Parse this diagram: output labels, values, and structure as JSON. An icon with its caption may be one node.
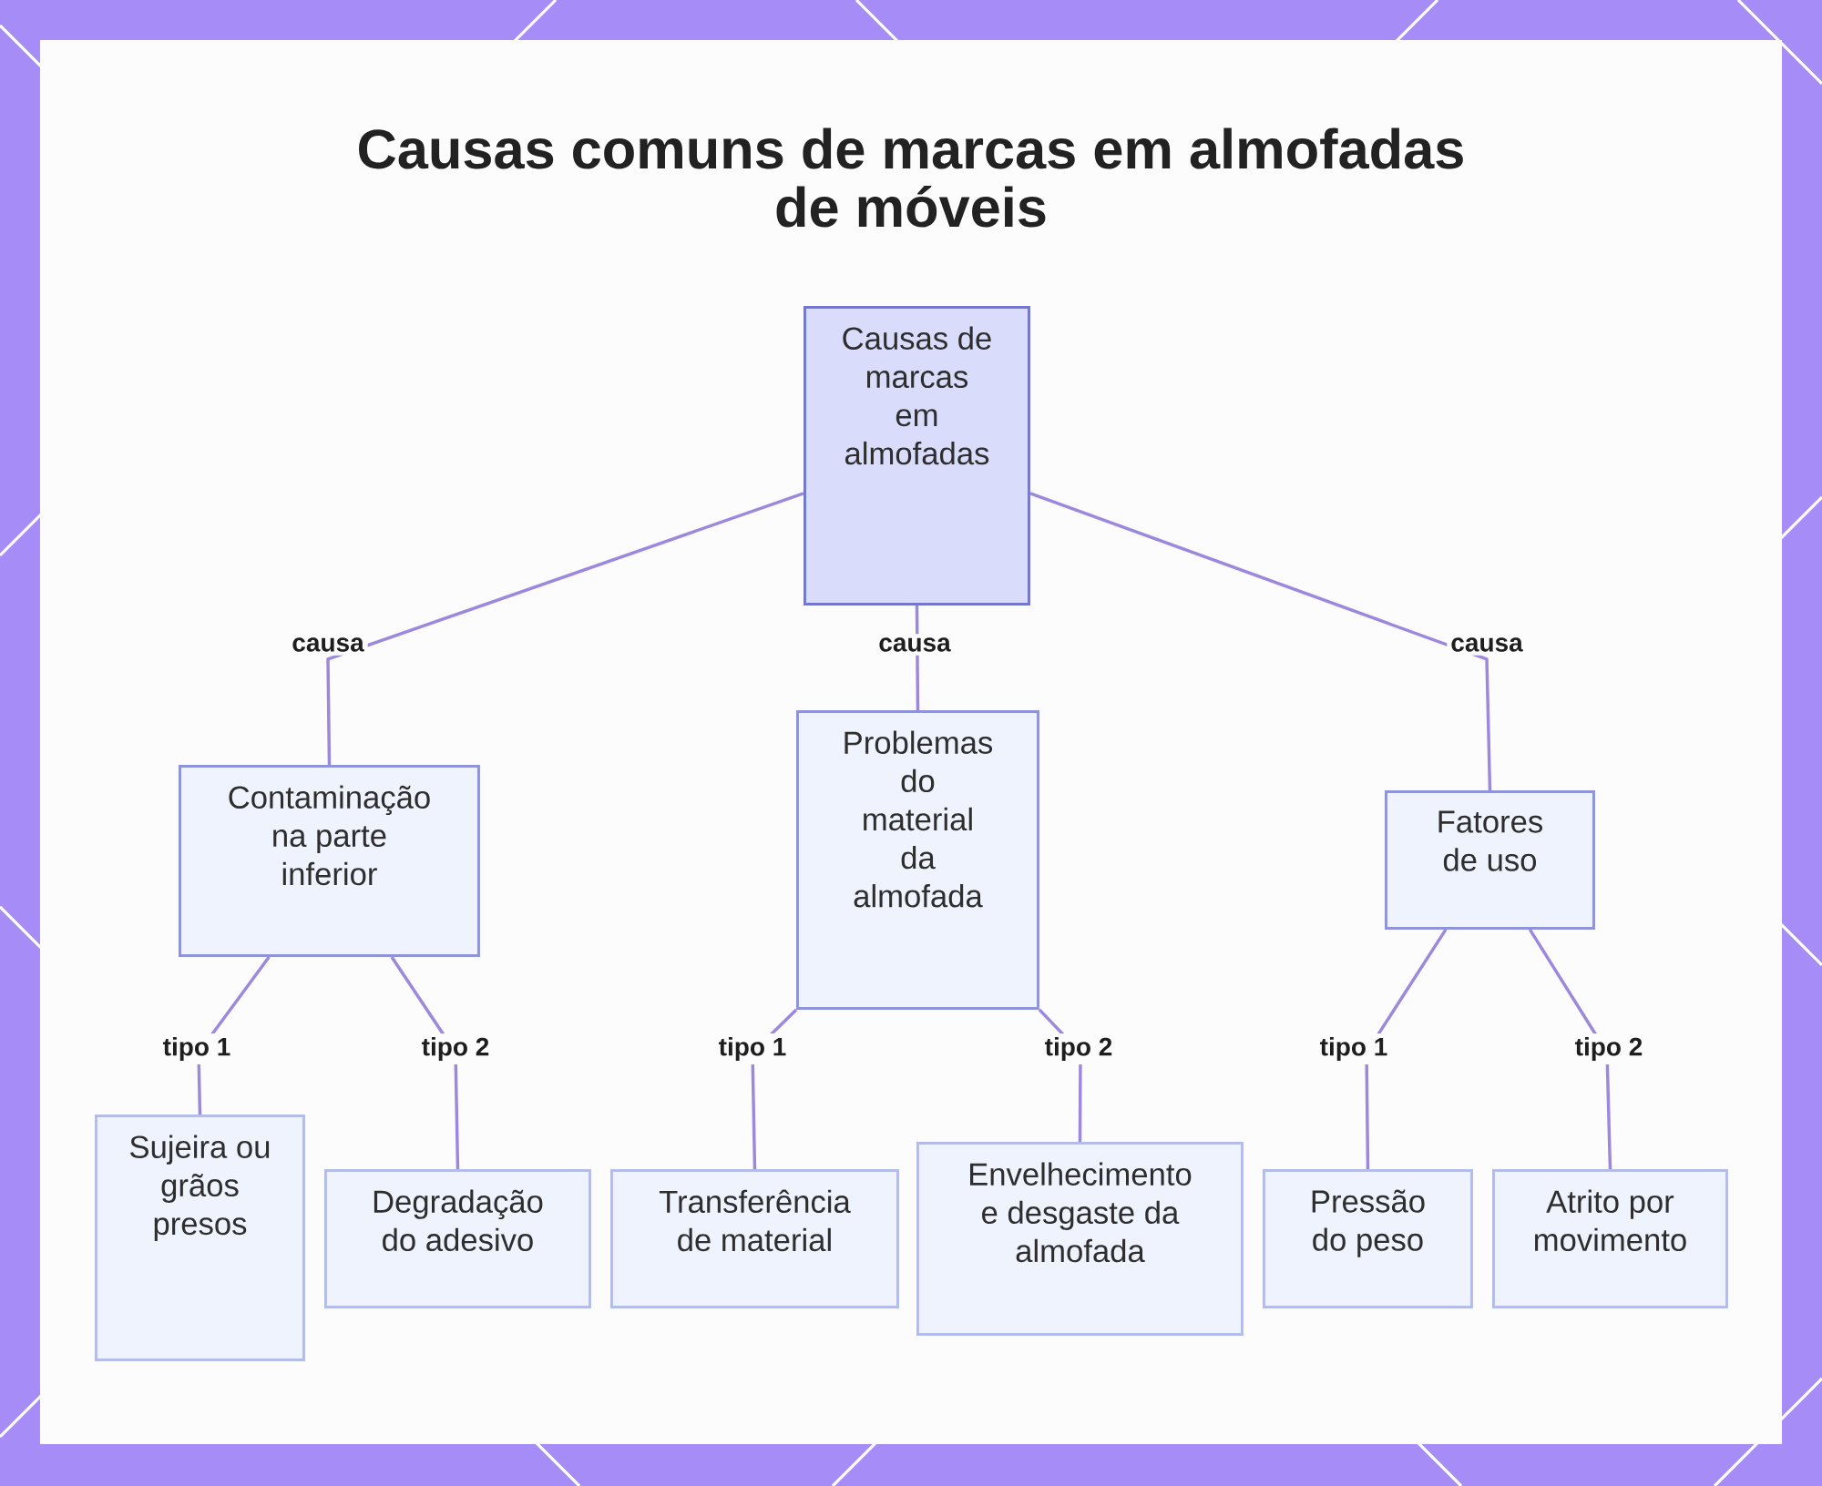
{
  "diagram": {
    "title": "Causas comuns de marcas em almofadas de móveis",
    "nodes": [
      {
        "text": [
          "Causas de marcas em almofadas"
        ]
      },
      {
        "text": [
          "Contaminação na parte inferior"
        ]
      },
      {
        "text": [
          "Problemas do material da almofada"
        ]
      },
      {
        "text": [
          "Fatores de uso"
        ]
      },
      {
        "text": [
          "Sujeira ou grãos presos"
        ]
      },
      {
        "text": [
          "Degradação do adesivo"
        ]
      },
      {
        "text": [
          "Transferência de material"
        ]
      },
      {
        "text": [
          "Envelhecimento e desgaste da almofada"
        ]
      },
      {
        "text": [
          "Pressão do peso"
        ]
      },
      {
        "text": [
          "Atrito por movimento"
        ]
      }
    ],
    "edges": [
      {
        "from": 0,
        "to": 1,
        "arrow": "none",
        "label": "causa"
      },
      {
        "from": 0,
        "to": 2,
        "arrow": "none",
        "label": "causa"
      },
      {
        "from": 0,
        "to": 3,
        "arrow": "none",
        "label": "causa"
      },
      {
        "from": 1,
        "to": 4,
        "arrow": "none",
        "label": "tipo 1"
      },
      {
        "from": 1,
        "to": 5,
        "arrow": "none",
        "label": "tipo 2"
      },
      {
        "from": 2,
        "to": 6,
        "arrow": "none",
        "label": "tipo 1"
      },
      {
        "from": 2,
        "to": 7,
        "arrow": "none",
        "label": "tipo 2"
      },
      {
        "from": 3,
        "to": 8,
        "arrow": "none",
        "label": "tipo 1"
      },
      {
        "from": 3,
        "to": 9,
        "arrow": "none",
        "label": "tipo 2"
      }
    ]
  }
}
